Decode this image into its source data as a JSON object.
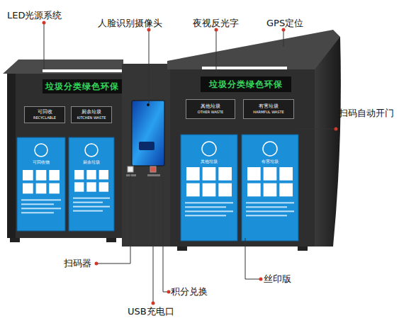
{
  "diagram": {
    "nodes": [
      {
        "text": [
          "垃圾分类绿色环保"
        ]
      },
      {
        "text": [
          "垃圾分类绿色环保"
        ]
      },
      {
        "text": [
          "可回收",
          "RECYCLABLE"
        ]
      },
      {
        "text": [
          "厨余垃圾",
          "KITCHEN WASTE"
        ]
      },
      {
        "text": [
          "其他垃圾",
          "OTHER WASTE"
        ]
      },
      {
        "text": [
          "有害垃圾",
          "HARMFUL WASTE"
        ]
      },
      {
        "text": [
          "可回收物"
        ]
      },
      {
        "text": [
          "厨余垃圾"
        ]
      },
      {
        "text": [
          "其他垃圾"
        ]
      },
      {
        "text": [
          "有害垃圾"
        ]
      }
    ],
    "labels": [
      "LED光源系统",
      "人脸识别摄像头",
      "夜视反光字",
      "GPS定位",
      "扫码自动开门",
      "扫码器",
      "积分兑换",
      "USB充电口",
      "丝印版"
    ]
  }
}
